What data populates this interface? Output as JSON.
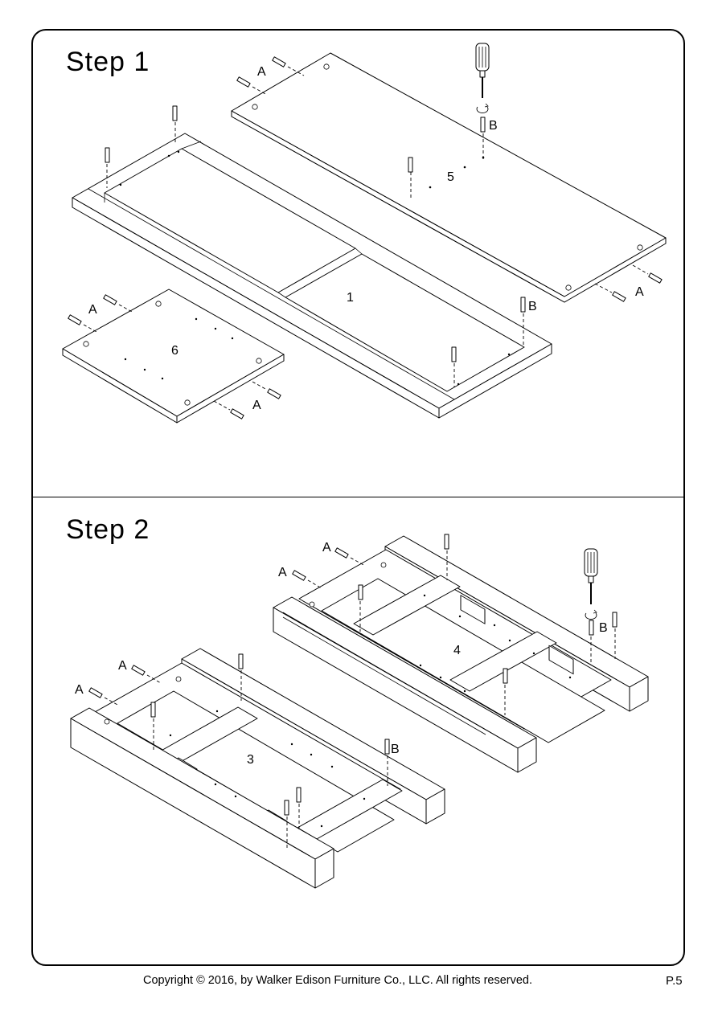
{
  "steps": [
    {
      "title": "Step  1"
    },
    {
      "title": "Step  2"
    }
  ],
  "labels": {
    "hardware_a": "A",
    "hardware_b": "B",
    "part_1": "1",
    "part_3": "3",
    "part_4": "4",
    "part_5": "5",
    "part_6": "6"
  },
  "footer": {
    "copyright": "Copyright  © 2016, by Walker Edison Furniture Co., LLC. All rights reserved.",
    "page": "P.5"
  }
}
